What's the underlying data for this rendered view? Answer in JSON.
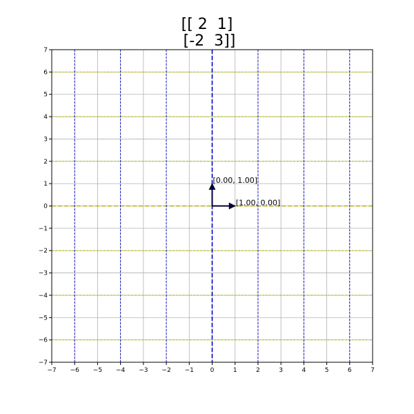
{
  "chart_data": {
    "type": "line",
    "title_lines": [
      "[[ 2  1]",
      " [-2  3]]"
    ],
    "matrix": [
      [
        2,
        1
      ],
      [
        -2,
        3
      ]
    ],
    "xlim": [
      -7,
      7
    ],
    "ylim": [
      -7,
      7
    ],
    "x_ticks": [
      -7,
      -6,
      -5,
      -4,
      -3,
      -2,
      -1,
      0,
      1,
      2,
      3,
      4,
      5,
      6,
      7
    ],
    "y_ticks": [
      -7,
      -6,
      -5,
      -4,
      -3,
      -2,
      -1,
      0,
      1,
      2,
      3,
      4,
      5,
      6,
      7
    ],
    "grid": true,
    "vertical_lines_x": [
      -6,
      -4,
      -2,
      0,
      2,
      4,
      6
    ],
    "horizontal_lines_y": [
      -6,
      -4,
      -2,
      0,
      2,
      4,
      6
    ],
    "vectors": [
      {
        "x": 1.0,
        "y": 0.0,
        "label": "[1.00, 0.00]"
      },
      {
        "x": 0.0,
        "y": 1.0,
        "label": "[0.00, 1.00]"
      }
    ],
    "colors": {
      "vertical_lines": "#0000cc",
      "horizontal_lines": "#b5b500",
      "vectors": "#000033",
      "grid": "#b0b0b0"
    }
  }
}
